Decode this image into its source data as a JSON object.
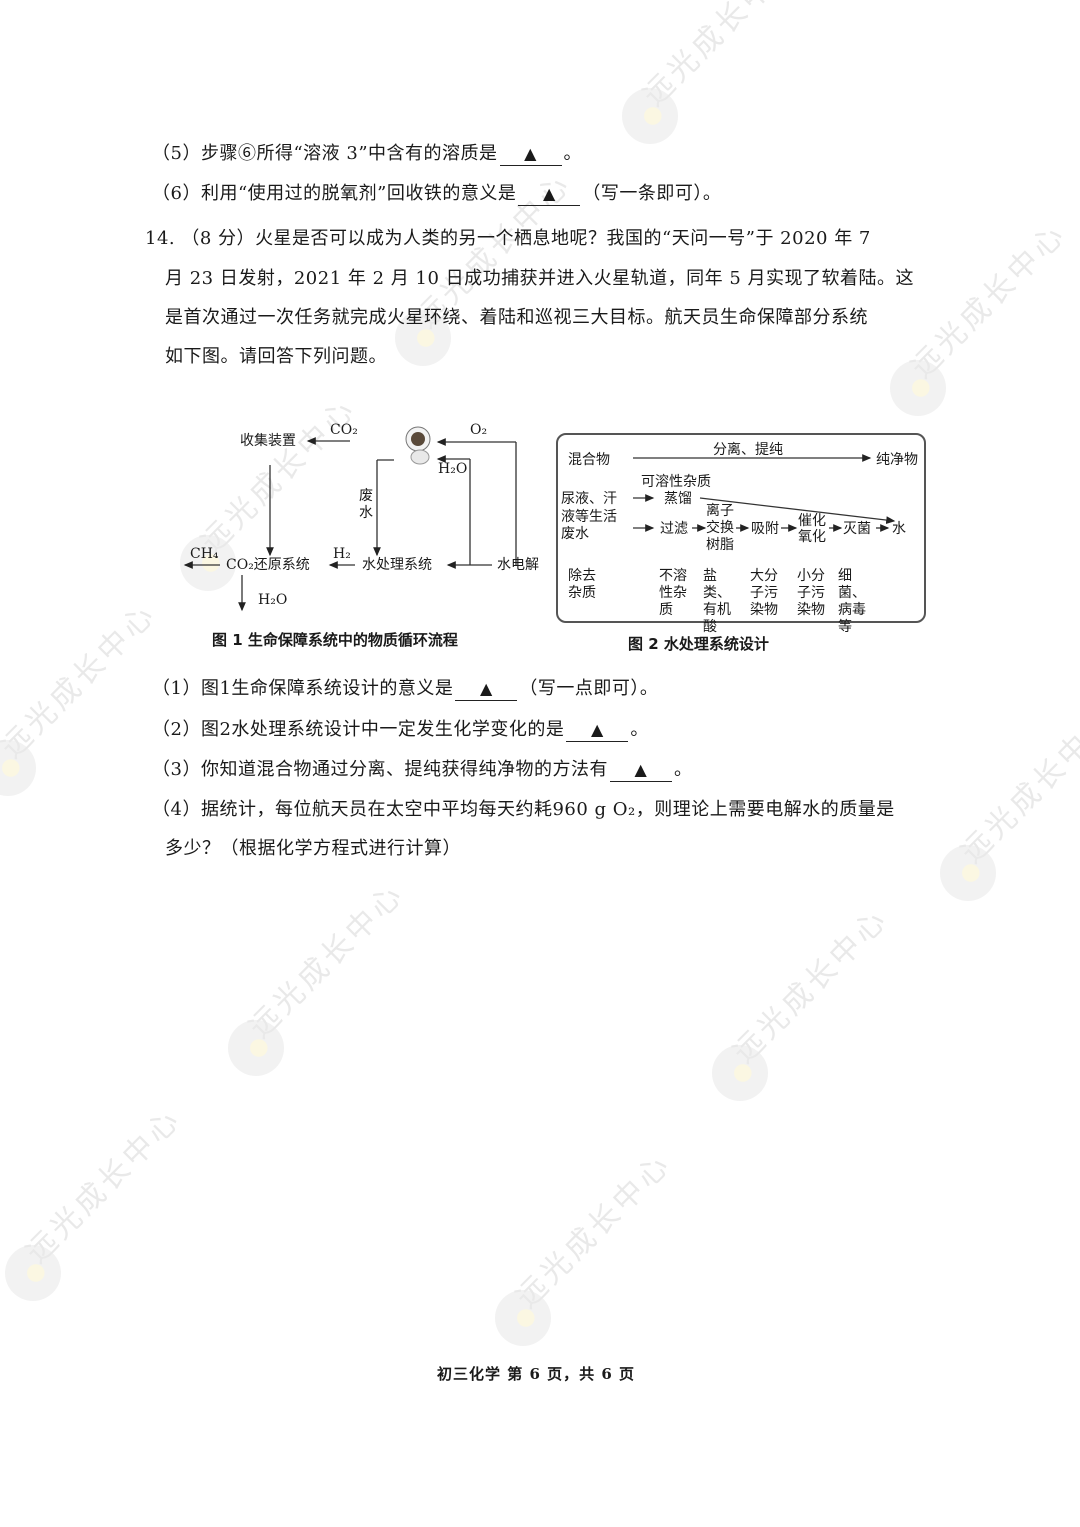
{
  "prev_questions": {
    "q5": {
      "prefix": "（5）步骤⑥所得“溶液 3”中含有的溶质是",
      "answer_mark": "▲",
      "suffix": "。"
    },
    "q6": {
      "prefix": "（6）利用“使用过的脱氧剂”回收铁的意义是",
      "answer_mark": "▲",
      "suffix": "（写一条即可）。"
    }
  },
  "question14": {
    "number": "14.",
    "score": "（8 分）",
    "lines": [
      "火星是否可以成为人类的另一个栖息地呢？我国的“天问一号”于 2020 年 7",
      "月 23 日发射，2021 年 2 月 10 日成功捕获并进入火星轨道，同年 5 月实现了软着陆。这",
      "是首次通过一次任务就完成火星环绕、着陆和巡视三大目标。航天员生命保障部分系统",
      "如下图。请回答下列问题。"
    ]
  },
  "figure1": {
    "caption": "图 1 生命保障系统中的物质循环流程",
    "nodes": {
      "collector": "收集装置",
      "co2_reduction": "CO₂还原系统",
      "water_treatment": "水处理系统",
      "electrolysis": "水电解"
    },
    "labels": {
      "co2": "CO₂",
      "o2": "O₂",
      "h2o_up": "H₂O",
      "waste_water": [
        "废",
        "水"
      ],
      "h2": "H₂",
      "ch4": "CH₄",
      "h2o_out": "H₂O"
    }
  },
  "figure2": {
    "caption": "图 2 水处理系统设计",
    "header": {
      "left": "混合物",
      "arrow_label": "分离、提纯",
      "right": "纯净物"
    },
    "source": [
      "尿液、汗",
      "液等生活",
      "废水"
    ],
    "soluble_label": "可溶性杂质",
    "distill": "蒸馏",
    "steps": [
      "过滤",
      "离子交换树脂",
      "吸附",
      "催化氧化",
      "灭菌"
    ],
    "result": "水",
    "remove_label": [
      "除去",
      "杂质"
    ],
    "removed": [
      "不溶性杂质",
      "盐类、有机酸",
      "大分子污染物",
      "小分子污染物",
      "细菌、病毒等"
    ]
  },
  "sub_questions": [
    {
      "prefix": "（1）图1生命保障系统设计的意义是",
      "answer_mark": "▲",
      "suffix": "（写一点即可）。"
    },
    {
      "prefix": "（2）图2水处理系统设计中一定发生化学变化的是",
      "answer_mark": "▲",
      "suffix": "。"
    },
    {
      "prefix": "（3）你知道混合物通过分离、提纯获得纯净物的方法有",
      "answer_mark": "▲",
      "suffix": "。"
    },
    {
      "prefix": "（4）据统计，每位航天员在太空中平均每天约耗960 g O₂，则理论上需要电解水的质量是",
      "answer_mark": "",
      "suffix": ""
    }
  ],
  "sub_q4_cont": "多少？（根据化学方程式进行计算）",
  "footer": "初三化学  第 6 页，共 6 页",
  "watermark": "远光成长中心"
}
